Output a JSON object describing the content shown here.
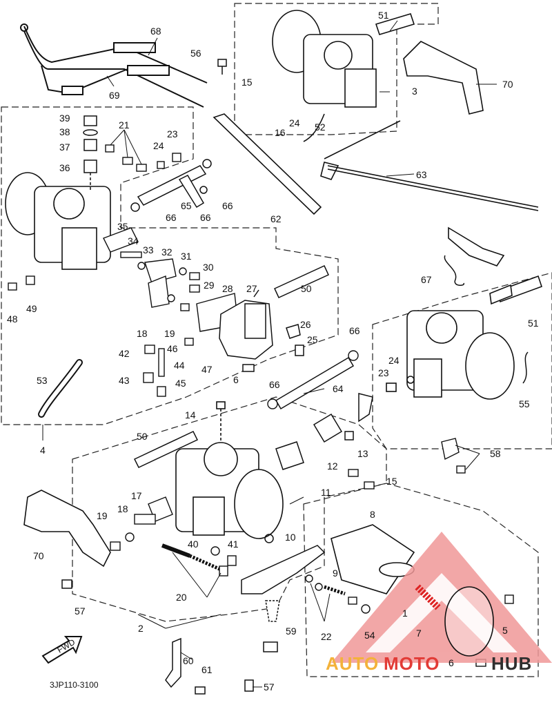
{
  "diagram": {
    "code": "3JP110-3100",
    "fwd_label": "FWD",
    "labels": [
      "1",
      "2",
      "3",
      "4",
      "5",
      "6",
      "7",
      "8",
      "9",
      "10",
      "11",
      "12",
      "13",
      "14",
      "15",
      "16",
      "17",
      "18",
      "19",
      "20",
      "21",
      "22",
      "23",
      "24",
      "25",
      "26",
      "27",
      "28",
      "29",
      "30",
      "31",
      "32",
      "33",
      "34",
      "35",
      "36",
      "37",
      "38",
      "39",
      "40",
      "41",
      "42",
      "43",
      "44",
      "45",
      "46",
      "47",
      "48",
      "49",
      "50",
      "51",
      "52",
      "53",
      "54",
      "55",
      "56",
      "57",
      "58",
      "59",
      "60",
      "61",
      "62",
      "63",
      "64",
      "65",
      "66",
      "67",
      "68",
      "69",
      "70"
    ]
  },
  "watermark": {
    "part1": "AUTO",
    "part2": "MOTO",
    "part3": "HUB",
    "colors": {
      "orange": "#f3b23a",
      "red": "#e23b36",
      "dark": "#2f2f2f"
    }
  }
}
